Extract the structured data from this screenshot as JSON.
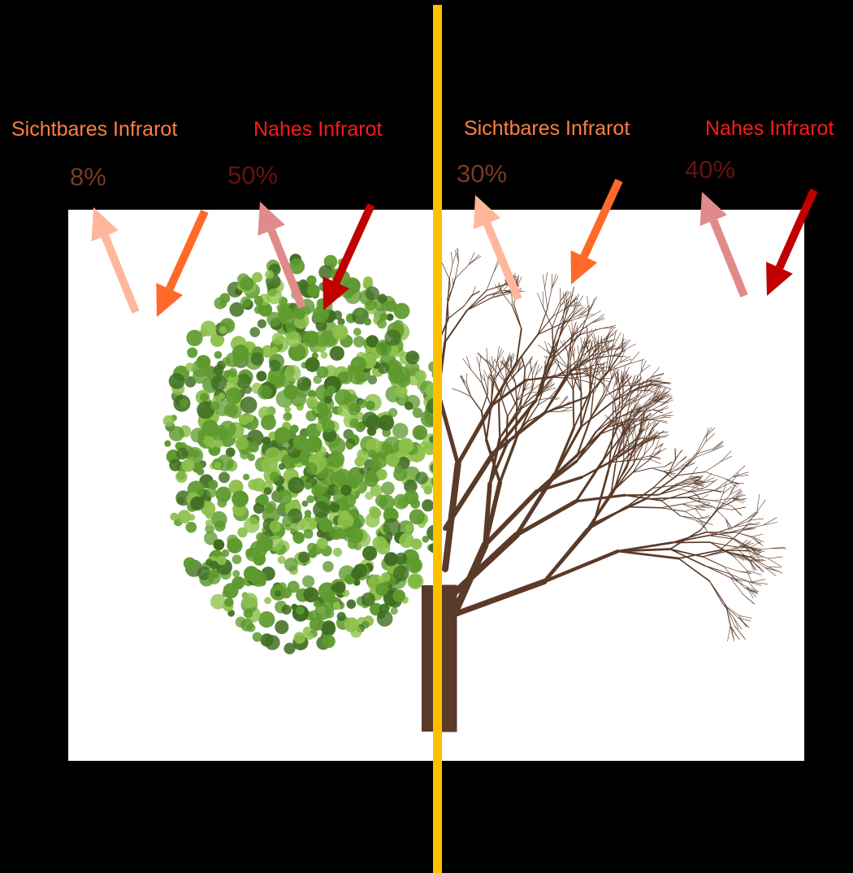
{
  "colors": {
    "background": "#000000",
    "panel": "#ffffff",
    "divider": "#ffc000",
    "visible_label": "#ff7f3f",
    "near_label": "#ff1a1a",
    "visible_pct": "#7a3a22",
    "near_pct": "#6a1010",
    "visible_in": "#ff6a2a",
    "visible_out": "#ffb79c",
    "near_in": "#c00000",
    "near_out": "#e08a8a",
    "leaf_dark": "#3f6e21",
    "leaf_mid": "#5e9a2e",
    "leaf_light": "#8cc04a",
    "bark": "#5a3a28"
  },
  "left": {
    "visible_label": "Sichtbares Infrarot",
    "visible_pct": "8%",
    "near_label": "Nahes Infrarot",
    "near_pct": "50%"
  },
  "right": {
    "visible_label": "Sichtbares Infrarot",
    "visible_pct": "30%",
    "near_label": "Nahes Infrarot",
    "near_pct": "40%"
  },
  "icons": [
    "healthy-tree-half-icon",
    "dead-tree-half-icon"
  ]
}
